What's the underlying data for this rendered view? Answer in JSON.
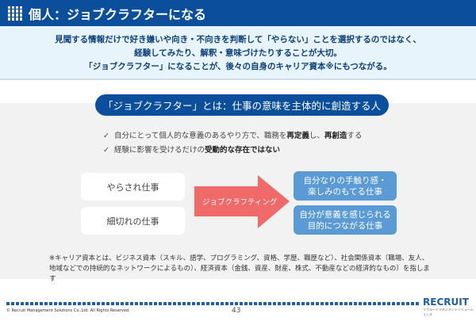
{
  "header": {
    "title": "個人：ジョブクラフターになる"
  },
  "intro": {
    "lines": [
      "見聞する情報だけで好き嫌いや向き・不向きを判断して「やらない」ことを選択するのではなく、",
      "経験してみたり、解釈・意味づけたりすることが大切。",
      "「ジョブクラフター」になることが、後々の自身のキャリア資本※にもつながる。"
    ]
  },
  "definition": {
    "title": "「ジョブクラフター」とは：仕事の意味を主体的に創造する人"
  },
  "bullets": [
    {
      "pre": "自分にとって個人的な意義のあるやり方で、職務を",
      "b1": "再定義",
      "mid": "し、",
      "b2": "再創造",
      "post": "する"
    },
    {
      "pre": "経験に影響を受けるだけの",
      "b1": "受動的な存在ではない"
    }
  ],
  "diagram": {
    "left": [
      "やらされ仕事",
      "細切れの仕事"
    ],
    "arrow": "ジョブクラフティング",
    "right": [
      [
        "自分なりの手触り感・",
        "楽しみのもてる仕事"
      ],
      [
        "自分が意義を感じられる",
        "目的につながる仕事"
      ]
    ]
  },
  "note": "※キャリア資本とは、ビジネス資本（スキル、語学、プログラミング、資格、学歴、職歴など）、社会関係資本（職場、友人、地域などでの持続的なネットワークによるもの）、経済資本（金銭、資産、財産、株式、不動産などの経済的なもの）を指します",
  "footer": {
    "copyright": "© Recruit Management Solutions Co.,Ltd. All Rights Reserved.",
    "page": "43",
    "logo": "RECRUIT",
    "logo_sub": "リクルートマネジメントソリューションズ"
  },
  "colors": {
    "primary": "#0B4F9C",
    "arrow": "#F06A6A",
    "box": "#5B9BD5"
  }
}
